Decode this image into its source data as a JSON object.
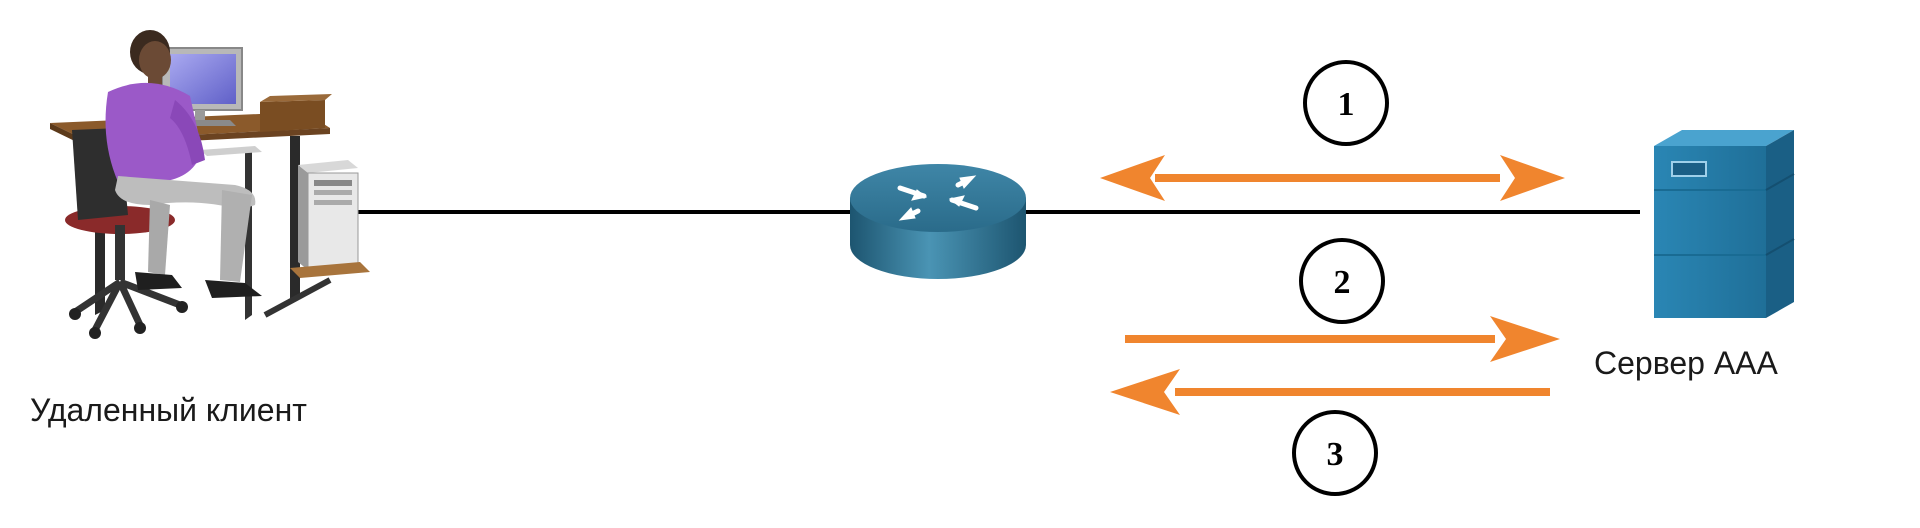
{
  "nodes": {
    "client": {
      "label": "Удаленный клиент",
      "icon": "remote-user-workstation-icon"
    },
    "router": {
      "icon": "router-icon"
    },
    "server": {
      "label": "Сервер AAA",
      "icon": "aaa-server-icon"
    }
  },
  "steps": [
    {
      "number": "1",
      "direction": "bidirectional"
    },
    {
      "number": "2",
      "direction": "router-to-server"
    },
    {
      "number": "3",
      "direction": "server-to-router"
    }
  ],
  "colors": {
    "arrow": "#F0852E",
    "link": "#000000",
    "router": "#2F6F8F",
    "server": "#2277A0",
    "shirt": "#9B59C8",
    "desk": "#8B5A2B"
  }
}
